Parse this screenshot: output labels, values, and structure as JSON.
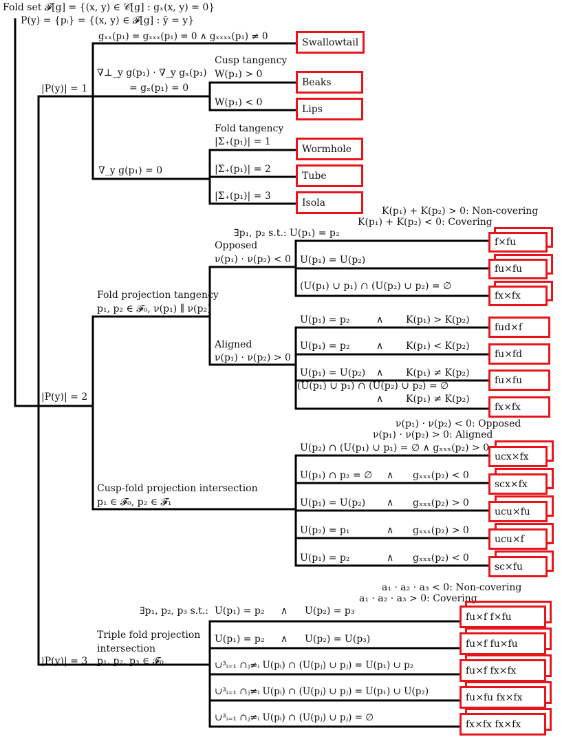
{
  "header": {
    "fold_set": "Fold set 𝓕[g] = {(x, y) ∈ 𝒞[g] : gₓ(x, y) = 0}",
    "p_def": "P(y) = {pᵢ} = {(x, y) ∈ 𝓕[g] : ȳ = y}"
  },
  "root": {
    "p1": "|P(y)| = 1",
    "p2": "|P(y)| = 2",
    "p3": "|P(y)| = 3"
  },
  "one": {
    "swallowtail_cond": "gₓₓ(p₁) = gₓₓₓ(p₁) = 0 ∧ gₓₓₓₓ(p₁) ≠ 0",
    "nabla_cond_1": "∇⊥_y g(p₁) · ∇_y gₓ(p₁)",
    "nabla_cond_2": "= gₓ(p₁) = 0",
    "nabla_y_cond": "∇_y g(p₁) = 0",
    "cusp_tangency": "Cusp tangency",
    "w_pos": "W(p₁) > 0",
    "w_neg": "W(p₁) < 0",
    "fold_tangency": "Fold tangency",
    "sigma1": "|Σ₊(p₁)| = 1",
    "sigma2": "|Σ₊(p₁)| = 2",
    "sigma3": "|Σ₊(p₁)| = 3",
    "boxes": [
      "Swallowtail",
      "Beaks",
      "Lips",
      "Wormhole",
      "Tube",
      "Isola"
    ]
  },
  "fpt": {
    "title_1": "Fold projection tangency",
    "title_2": "p₁, p₂ ∈ 𝓕₀, ν(p₁) ∥ ν(p₂)",
    "k_noncover": "K(p₁) + K(p₂) > 0:  Non-covering",
    "k_cover": "K(p₁) + K(p₂) < 0:  Covering",
    "exists": "∃p₁, p₂ s.t.: U(p₁) = p₂",
    "opposed": "Opposed",
    "opposed_cond": "ν(p₁) · ν(p₂) < 0",
    "opp_row2": "U(p₁) = U(p₂)",
    "opp_row3": "(U(p₁) ∪ p₁) ∩ (U(p₂) ∪ p₂) = ∅",
    "aligned": "Aligned",
    "aligned_cond": "ν(p₁) · ν(p₂) > 0",
    "al_row1_l": "U(p₁) = p₂",
    "al_row1_r": "K(p₁) > K(p₂)",
    "al_row2_l": "U(p₁) = p₂",
    "al_row2_r": "K(p₁) < K(p₂)",
    "al_row3_l": "U(p₁) = U(p₂)",
    "al_row3_r": "K(p₁) ≠ K(p₂)",
    "al_row4_l": "(U(p₁) ∪ p₁) ∩ (U(p₂) ∪ p₂) = ∅",
    "al_row4_r": "K(p₁) ≠ K(p₂)",
    "and": "∧",
    "boxes": [
      "f×fu",
      "fu×fu",
      "fx×fx",
      "fud×f",
      "fu×fd",
      "fu×fu",
      "fx×fx"
    ]
  },
  "cfpi": {
    "title_1": "Cusp-fold projection intersection",
    "title_2": "p₁ ∈ 𝓕₀, p₂ ∈ 𝓕₁",
    "nu_opposed": "ν(p₁) · ν(p₂) < 0:  Opposed",
    "nu_aligned": "ν(p₁) · ν(p₂) > 0:  Aligned",
    "row1": "U(p₂) ∩ (U(p₁) ∪ p₁) = ∅ ∧ gₓₓₓ(p₂) > 0",
    "row2_l": "U(p₁) ∩ p₂ = ∅",
    "row2_r": "gₓₓₓ(p₂) < 0",
    "row3_l": "U(p₁) = U(p₂)",
    "row3_r": "gₓₓₓ(p₂) > 0",
    "row4_l": "U(p₂) = p₁",
    "row4_r": "gₓₓₓ(p₂) > 0",
    "row5_l": "U(p₁) = p₂",
    "row5_r": "gₓₓₓ(p₂) < 0",
    "boxes": [
      "ucx×fx",
      "scx×fx",
      "ucu×fu",
      "ucu×f",
      "sc×fu"
    ]
  },
  "tfpi": {
    "title_1": "Triple fold projection",
    "title_2": "intersection",
    "title_3": "p₁, p₂, p₃ ∈ 𝓕₀",
    "a_noncover": "a₁ · a₂ · a₃ < 0:  Non-covering",
    "a_cover": "a₁ · a₂ · a₃ > 0:  Covering",
    "exists": "∃p₁, p₂, p₃ s.t.:",
    "row1_l": "U(p₁) = p₂",
    "row1_r": "U(p₂) = p₃",
    "row2_l": "U(p₁) = p₂",
    "row2_r": "U(p₂) = U(p₃)",
    "row3": "∪³ᵢ₌₁ ∩ⱼ≠ᵢ U(pᵢ) ∩ (U(pⱼ) ∪ pⱼ) = U(p₁) ∪ p₂",
    "row4": "∪³ᵢ₌₁ ∩ⱼ≠ᵢ U(pᵢ) ∩ (U(pⱼ) ∪ pⱼ) = U(p₁) ∪ U(p₂)",
    "row5": "∪³ᵢ₌₁ ∩ⱼ≠ᵢ U(pᵢ) ∩ (U(pⱼ) ∪ pⱼ) = ∅",
    "boxes": [
      "fu×f f×fu",
      "fu×f fu×fu",
      "fu×f fx×fx",
      "fu×fu fx×fx",
      "fx×fx fx×fx"
    ]
  },
  "colors": {
    "box_border": "#e8141a",
    "line": "#000000",
    "text": "#111111"
  }
}
